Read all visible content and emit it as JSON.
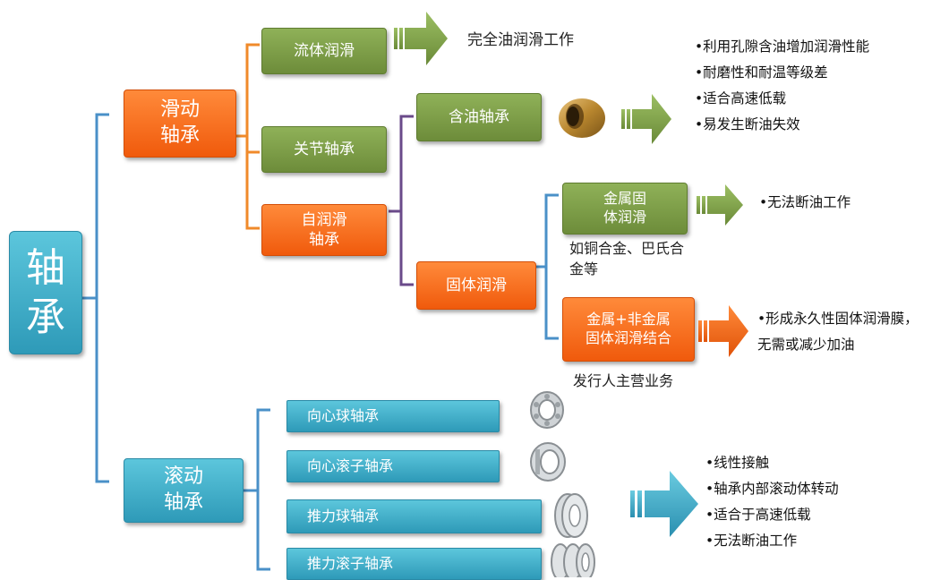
{
  "root": {
    "label": "轴\n承"
  },
  "sliding": {
    "label": "滑动\n轴承",
    "fluid": {
      "label": "流体润滑",
      "result": "完全油润滑工作"
    },
    "joint": {
      "label": "关节轴承"
    },
    "self": {
      "label": "自润滑\n轴承",
      "oil": {
        "label": "含油轴承",
        "bullets": [
          "•利用孔隙含油增加润滑性能",
          "•耐磨性和耐温等级差",
          "•适合高速低载",
          "•易发生断油失效"
        ]
      },
      "solid": {
        "label": "固体润滑",
        "metal": {
          "label": "金属固\n体润滑",
          "note": "如铜合金、巴氏合\n金等",
          "bullets": [
            "•无法断油工作"
          ]
        },
        "combo": {
          "label": "金属+非金属\n固体润滑结合",
          "note": "发行人主营业务",
          "bullets": [
            "•形成永久性固体润滑膜，",
            "无需或减少加油"
          ]
        }
      }
    }
  },
  "rolling": {
    "label": "滚动\n轴承",
    "items": [
      "向心球轴承",
      "向心滚子轴承",
      "推力球轴承",
      "推力滚子轴承"
    ],
    "bullets": [
      "•线性接触",
      "•轴承内部滚动体转动",
      "•适合于高速低载",
      "•无法断油工作"
    ]
  },
  "colors": {
    "orange": "#f26a1b",
    "green": "#7a9a44",
    "blue": "#3fb0cc",
    "blue_bracket": "#4a90c8",
    "orange_bracket": "#f08a2a",
    "purple_bracket": "#6a4a8a"
  },
  "icons": [
    "bronze-bushing-icon",
    "ball-bearing-icon",
    "roller-bearing-icon",
    "thrust-ball-bearing-icon",
    "thrust-roller-bearing-icon",
    "double-arrow-icon"
  ]
}
